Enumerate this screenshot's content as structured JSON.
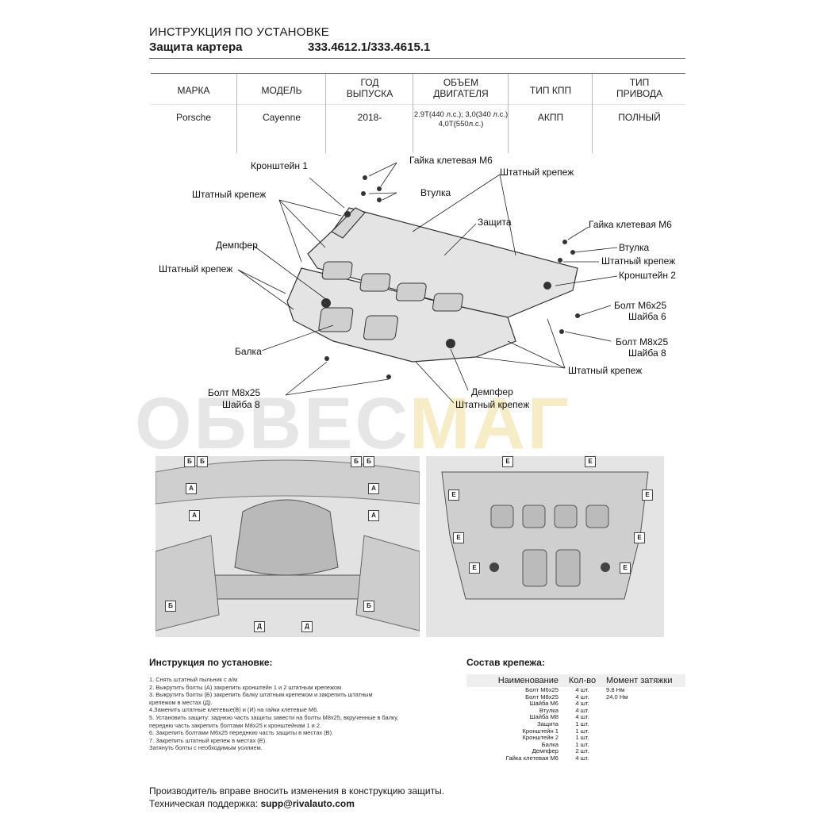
{
  "header": {
    "title": "ИНСТРУКЦИЯ ПО УСТАНОВКЕ",
    "product": "Защита картера",
    "article": "333.4612.1/333.4615.1"
  },
  "spec_table": {
    "columns": [
      {
        "header": "МАРКА",
        "value": "Porsche"
      },
      {
        "header": "МОДЕЛЬ",
        "value": "Cayenne"
      },
      {
        "header": "ГОД\nВЫПУСКА",
        "value": "2018-"
      },
      {
        "header": "ОБЪЕМ\nДВИГАТЕЛЯ",
        "value": "2.9Т(440 л.с.); 3,0(340 л.с.)\n4,0Т(550л.с.)"
      },
      {
        "header": "ТИП КПП",
        "value": "АКПП"
      },
      {
        "header": "ТИП\nПРИВОДА",
        "value": "ПОЛНЫЙ"
      }
    ]
  },
  "diagram_labels": {
    "bracket1": "Кронштейн 1",
    "cage_nut_top": "Гайка клетевая М6",
    "std_fastener_top": "Штатный крепеж",
    "std_fastener_left": "Штатный крепеж",
    "sleeve_top": "Втулка",
    "shield": "Защита",
    "cage_nut_right": "Гайка клетевая М6",
    "damper_left": "Демпфер",
    "sleeve_right": "Втулка",
    "std_fastener_right": "Штатный крепеж",
    "std_fastener_left2": "Штатный крепеж",
    "bracket2": "Кронштейн 2",
    "bolt_m6": "Болт М6х25",
    "washer_6": "Шайба 6",
    "beam": "Балка",
    "bolt_m8_right": "Болт М8х25",
    "washer_8_right": "Шайба 8",
    "std_fastener_bottom": "Штатный крепеж",
    "bolt_m8_left": "Болт М8х25",
    "washer_8_left": "Шайба 8",
    "damper_bottom": "Демпфер",
    "std_fastener_bottom2": "Штатный крепеж"
  },
  "watermark": {
    "part1": "ОБВЕС",
    "part2": "МАГ"
  },
  "instructions": {
    "title": "Инструкция по установке:",
    "lines": [
      "1. Снять штатный пыльник с а/м",
      "2. Выкрутить болты (А) закрепить кронштейн 1 и 2 штатным крепежом.",
      "3. Выкрутить болты (Б) закрепить балку штатным крепежом и закрепить штатным",
      "крепежом в местах (Д).",
      "4.Заменить штатные клетевые(В) и (И) на гайки клетевые М6.",
      "5. Установить защиту: заднюю часть защиты завести на болты М8х25, вкрученные в балку,",
      "передню часть закрепить болтами М8х25 к кронштейнам 1 и 2.",
      "6. Закрепить болтами М6х25 переднюю часть защиты в местах (В).",
      "7. Закрепить штатный крепеж в местах (Е).",
      "Затянуть болты с необходимым усилием."
    ]
  },
  "kit": {
    "title": "Состав крепежа:",
    "headers": [
      "Наименование",
      "Кол-во",
      "Момент затяжки"
    ],
    "rows": [
      {
        "name": "Болт М6х25",
        "qty": "4 шт.",
        "torque": "9.8 Нм"
      },
      {
        "name": "Болт М8х25",
        "qty": "4 шт.",
        "torque": "24.0 Нм"
      },
      {
        "name": "Шайба М6",
        "qty": "4 шт.",
        "torque": ""
      },
      {
        "name": "Втулка",
        "qty": "4 шт.",
        "torque": ""
      },
      {
        "name": "Шайба М8",
        "qty": "4 шт.",
        "torque": ""
      },
      {
        "name": "Защита",
        "qty": "1 шт.",
        "torque": ""
      },
      {
        "name": "Кронштейн 1",
        "qty": "1 шт.",
        "torque": ""
      },
      {
        "name": "Кронштейн 2",
        "qty": "1 шт.",
        "torque": ""
      },
      {
        "name": "Балка",
        "qty": "1 шт.",
        "torque": ""
      },
      {
        "name": "Демпфер",
        "qty": "2 шт.",
        "torque": ""
      },
      {
        "name": "Гайка клетевая М6",
        "qty": "4 шт.",
        "torque": ""
      }
    ]
  },
  "footer": {
    "notice": "Производитель вправе вносить изменения в конструкцию защиты.",
    "support_label": "Техническая поддержка:",
    "support_email": "supp@rivalauto.com"
  },
  "photo_tags": {
    "a": "А",
    "b": "Б",
    "d": "Д",
    "e": "Е"
  }
}
